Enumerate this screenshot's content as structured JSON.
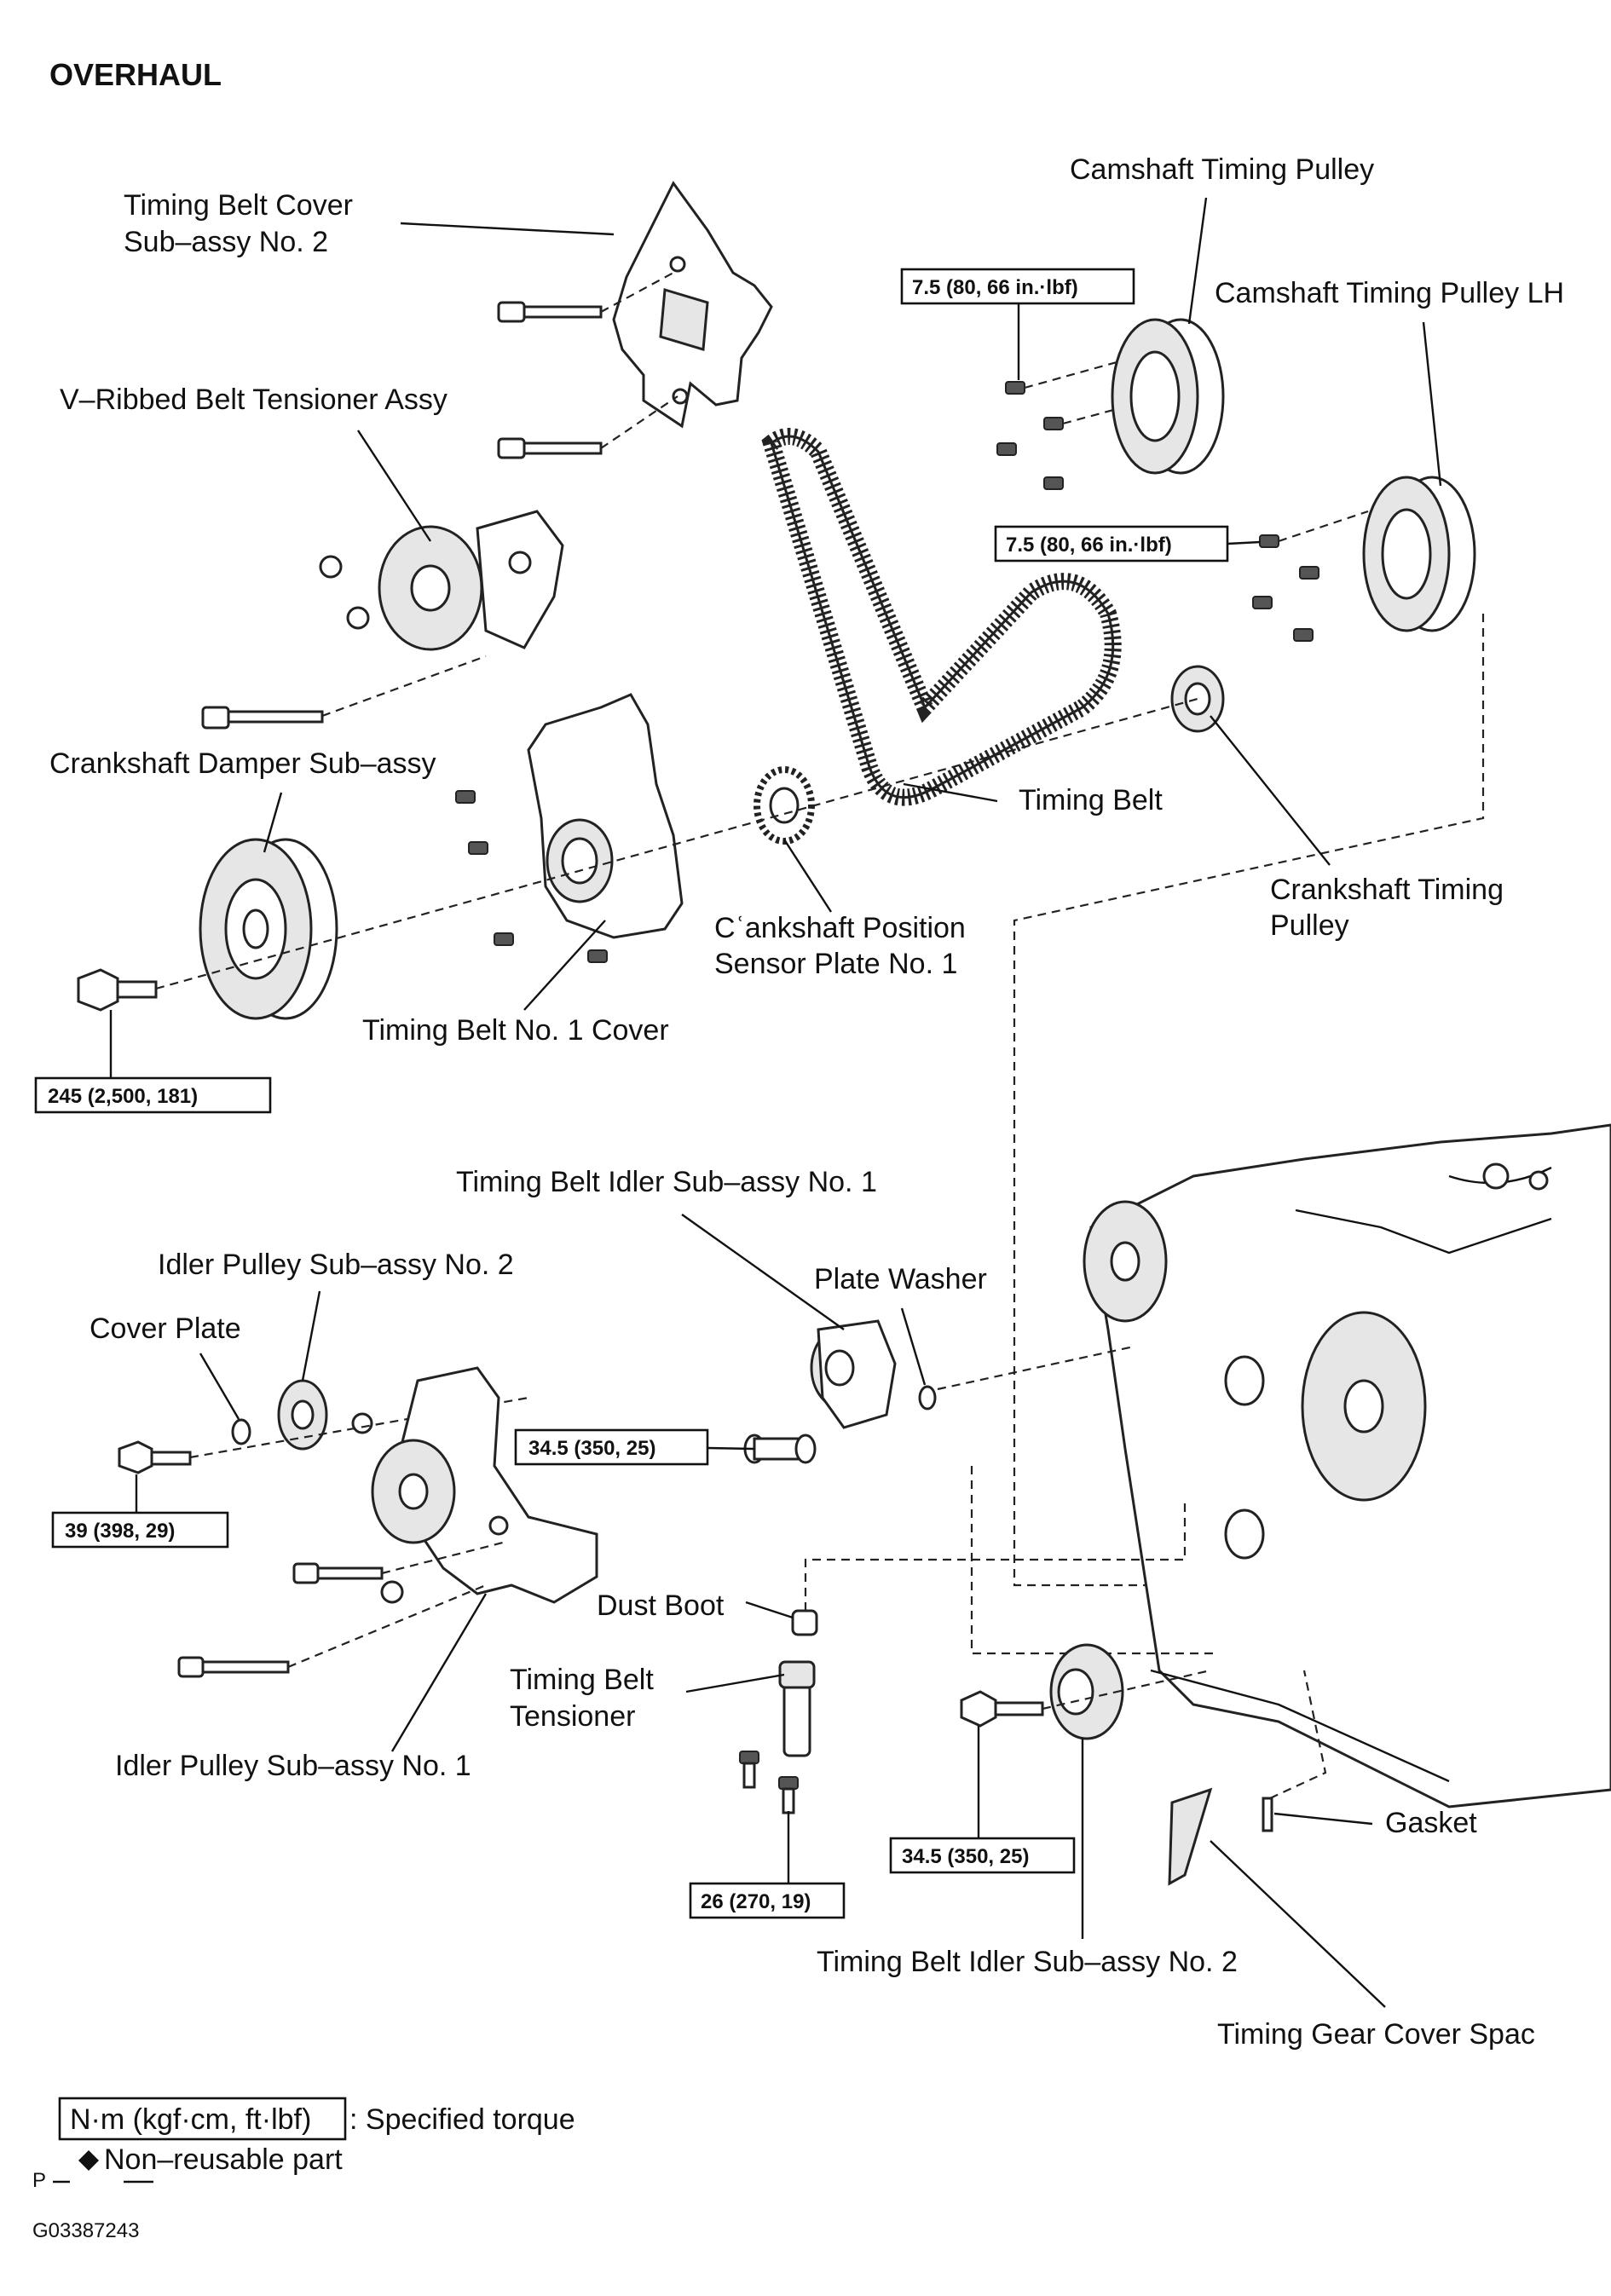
{
  "header": "OVERHAUL",
  "labels": {
    "timing_belt_cover_no2": [
      "Timing  Belt  Cover",
      "Sub–assy No. 2"
    ],
    "camshaft_timing_pulley": "Camshaft Timing Pulley",
    "camshaft_timing_pulley_lh": "Camshaft Timing Pulley LH",
    "v_ribbed_tensioner": "V–Ribbed Belt Tensioner Assy",
    "crankshaft_damper": "Crankshaft Damper Sub–assy",
    "timing_belt": "Timing Belt",
    "crankshaft_timing_pulley": [
      "Crankshaft Timing",
      "Pulley"
    ],
    "crankshaft_position_sensor_plate": [
      "Cʿankshaft  Position",
      "Sensor Plate No. 1"
    ],
    "timing_belt_no1_cover": "Timing Belt No. 1 Cover",
    "timing_belt_idler_no1": "Timing Belt Idler Sub–assy No. 1",
    "idler_pulley_no2": "Idler Pulley Sub–assy No. 2",
    "plate_washer": "Plate Washer",
    "cover_plate": "Cover Plate",
    "dust_boot": "Dust Boot",
    "timing_belt_tensioner": [
      "Timing Belt",
      "Tensioner"
    ],
    "idler_pulley_no1": "Idler Pulley Sub–assy No. 1",
    "gasket": "Gasket",
    "timing_belt_idler_no2": "Timing Belt Idler Sub–assy No. 2",
    "timing_gear_cover_spacer": "Timing Gear Cover Spac"
  },
  "torques": {
    "camshaft_pulley": "7.5 (80, 66 in.·lbf)",
    "camshaft_pulley_lh": "7.5 (80, 66 in.·lbf)",
    "crankshaft_damper": "245 (2,500, 181)",
    "idler_no1": "34.5 (350, 25)",
    "idler_pulley_no2": "39 (398, 29)",
    "tensioner": "26 (270, 19)",
    "idler_no2": "34.5 (350, 25)"
  },
  "legend": {
    "unit": "N·m (kgf·cm, ft·lbf)",
    "unit_desc": ": Specified torque",
    "nonreusable": "Non–reusable part",
    "p_mark": "P"
  },
  "figure_id": "G03387243"
}
